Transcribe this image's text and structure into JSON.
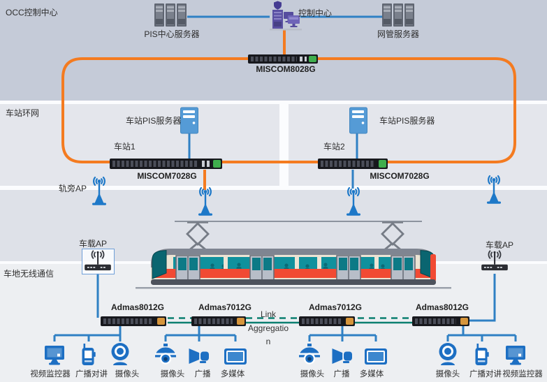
{
  "bands": {
    "occ_label": "OCC控制中心",
    "ring_label": "车站环网",
    "wireless_label": "车地无线通信"
  },
  "occ": {
    "pis_server_label": "PIS中心服务器",
    "control_center_label": "控制中心",
    "nms_server_label": "网管服务器",
    "core_switch_label": "MISCOM8028G"
  },
  "stations": [
    {
      "name": "车站1",
      "server_label": "车站PIS服务器",
      "switch_label": "MISCOM7028G"
    },
    {
      "name": "车站2",
      "server_label": "车站PIS服务器",
      "switch_label": "MISCOM7028G"
    }
  ],
  "wireless": {
    "trackside_ap_label": "轨旁AP",
    "onboard_ap_left_label": "车载AP",
    "onboard_ap_right_label": "车载AP",
    "link_aggregation_label": "Link Aggregation"
  },
  "onboard_switches": [
    {
      "label": "Admas8012G"
    },
    {
      "label": "Admas7012G"
    },
    {
      "label": "Admas7012G"
    },
    {
      "label": "Admas8012G"
    }
  ],
  "device_groups": [
    {
      "devices": [
        {
          "type": "monitor",
          "label": "视频监控器"
        },
        {
          "type": "radio",
          "label": "广播对讲"
        },
        {
          "type": "webcam",
          "label": "摄像头"
        }
      ]
    },
    {
      "devices": [
        {
          "type": "dome",
          "label": "摄像头"
        },
        {
          "type": "horn",
          "label": "广播"
        },
        {
          "type": "screen",
          "label": "多媒体"
        }
      ]
    },
    {
      "devices": [
        {
          "type": "dome",
          "label": "摄像头"
        },
        {
          "type": "horn",
          "label": "广播"
        },
        {
          "type": "screen",
          "label": "多媒体"
        }
      ]
    },
    {
      "devices": [
        {
          "type": "webcam",
          "label": "摄像头"
        },
        {
          "type": "radio",
          "label": "广播对讲"
        },
        {
          "type": "monitor",
          "label": "视频监控器"
        }
      ]
    }
  ],
  "colors": {
    "ring": "#f47b20",
    "link": "#2f80c4",
    "aggregation": "#0b7f70",
    "device": "#1d6fc3"
  }
}
